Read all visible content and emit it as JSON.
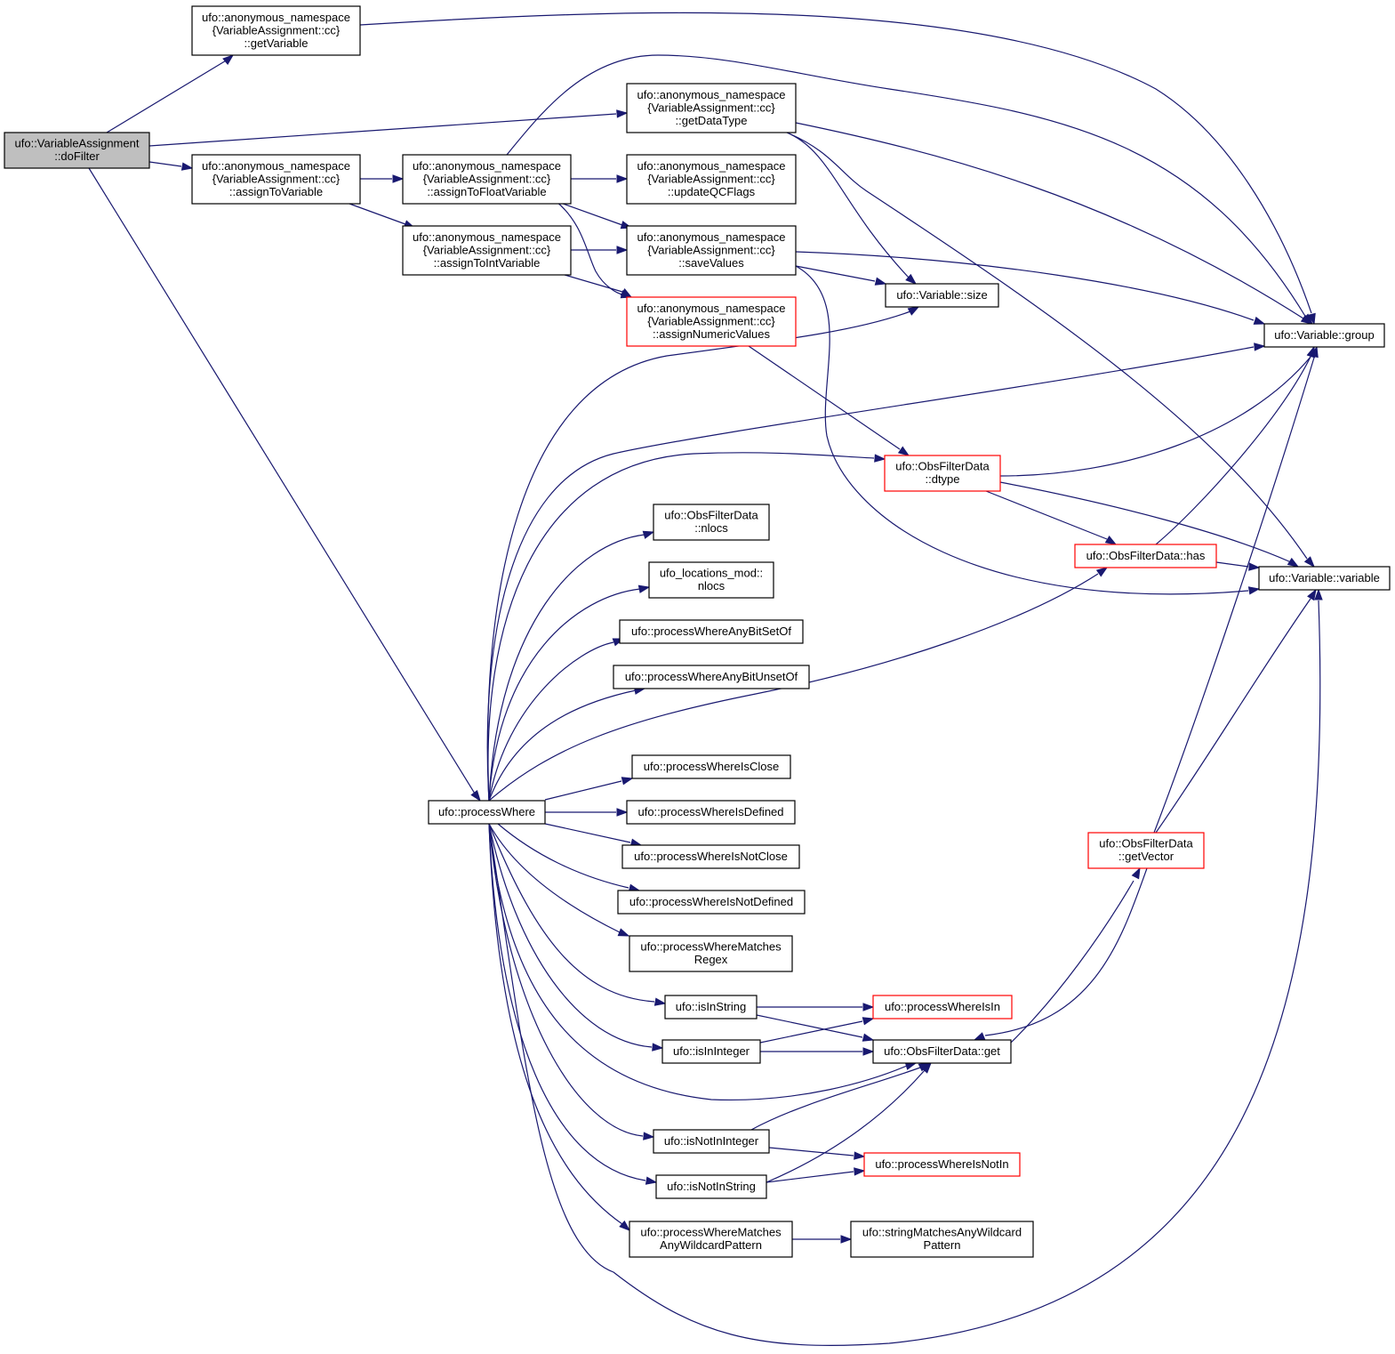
{
  "nodes": {
    "doFilter": [
      "ufo::VariableAssignment",
      "::doFilter"
    ],
    "getVariable": [
      "ufo::anonymous_namespace",
      "{VariableAssignment::cc}",
      "::getVariable"
    ],
    "getDataType": [
      "ufo::anonymous_namespace",
      "{VariableAssignment::cc}",
      "::getDataType"
    ],
    "assignToVariable": [
      "ufo::anonymous_namespace",
      "{VariableAssignment::cc}",
      "::assignToVariable"
    ],
    "assignToFloatVariable": [
      "ufo::anonymous_namespace",
      "{VariableAssignment::cc}",
      "::assignToFloatVariable"
    ],
    "updateQCFlags": [
      "ufo::anonymous_namespace",
      "{VariableAssignment::cc}",
      "::updateQCFlags"
    ],
    "assignToIntVariable": [
      "ufo::anonymous_namespace",
      "{VariableAssignment::cc}",
      "::assignToIntVariable"
    ],
    "saveValues": [
      "ufo::anonymous_namespace",
      "{VariableAssignment::cc}",
      "::saveValues"
    ],
    "assignNumericValues": [
      "ufo::anonymous_namespace",
      "{VariableAssignment::cc}",
      "::assignNumericValues"
    ],
    "size": [
      "ufo::Variable::size"
    ],
    "group": [
      "ufo::Variable::group"
    ],
    "dtype": [
      "ufo::ObsFilterData",
      "::dtype"
    ],
    "nlocsOFD": [
      "ufo::ObsFilterData",
      "::nlocs"
    ],
    "nlocsMod": [
      "ufo_locations_mod::",
      "nlocs"
    ],
    "anyBitSet": [
      "ufo::processWhereAnyBitSetOf"
    ],
    "anyBitUnset": [
      "ufo::processWhereAnyBitUnsetOf"
    ],
    "has": [
      "ufo::ObsFilterData::has"
    ],
    "variable": [
      "ufo::Variable::variable"
    ],
    "isClose": [
      "ufo::processWhereIsClose"
    ],
    "processWhere": [
      "ufo::processWhere"
    ],
    "isDefined": [
      "ufo::processWhereIsDefined"
    ],
    "isNotClose": [
      "ufo::processWhereIsNotClose"
    ],
    "isNotDefined": [
      "ufo::processWhereIsNotDefined"
    ],
    "getVector": [
      "ufo::ObsFilterData",
      "::getVector"
    ],
    "matchesRegex": [
      "ufo::processWhereMatches",
      "Regex"
    ],
    "isInString": [
      "ufo::isInString"
    ],
    "processWhereIsIn": [
      "ufo::processWhereIsIn"
    ],
    "isInInteger": [
      "ufo::isInInteger"
    ],
    "get": [
      "ufo::ObsFilterData::get"
    ],
    "isNotInInteger": [
      "ufo::isNotInInteger"
    ],
    "processWhereIsNotIn": [
      "ufo::processWhereIsNotIn"
    ],
    "isNotInString": [
      "ufo::isNotInString"
    ],
    "matchesWildcard": [
      "ufo::processWhereMatches",
      "AnyWildcardPattern"
    ],
    "stringMatches": [
      "ufo::stringMatchesAnyWildcard",
      "Pattern"
    ]
  },
  "truncated_border_color": "#ff0000",
  "root_fill_color": "#bfbfbf",
  "edge_color": "#191970"
}
